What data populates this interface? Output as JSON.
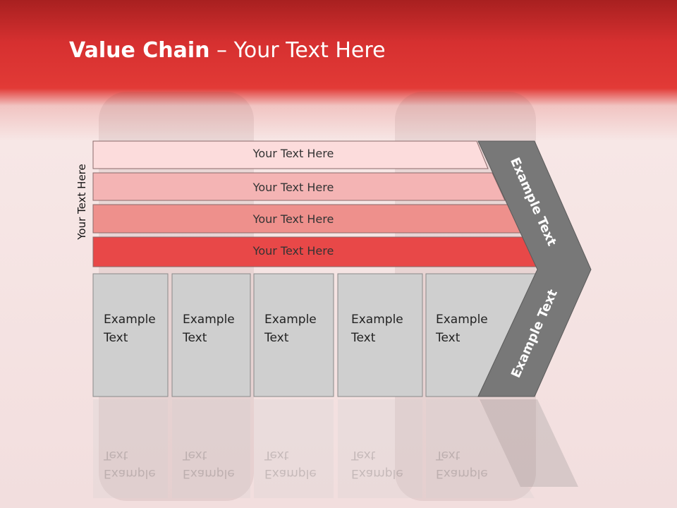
{
  "slide": {
    "title_bold": "Value Chain",
    "title_rest": " – Your Text Here",
    "side_label": "Your Text Here"
  },
  "bars": [
    {
      "label": "Your Text Here",
      "color": "#fcdcdc"
    },
    {
      "label": "Your Text Here",
      "color": "#f4b4b4"
    },
    {
      "label": "Your Text Here",
      "color": "#ee908c"
    },
    {
      "label": "Your Text Here",
      "color": "#e84848"
    }
  ],
  "boxes": [
    {
      "line1": "Example",
      "line2": "Text"
    },
    {
      "line1": "Example",
      "line2": "Text"
    },
    {
      "line1": "Example",
      "line2": "Text"
    },
    {
      "line1": "Example",
      "line2": "Text"
    },
    {
      "line1": "Example",
      "line2": "Text"
    }
  ],
  "arrow": {
    "upper_text": "Example Text",
    "lower_text": "Example Text",
    "color": "#787878"
  },
  "colors": {
    "box_fill": "#cfcfcf",
    "box_stroke": "#8a8a8a",
    "header": "#d93232"
  }
}
